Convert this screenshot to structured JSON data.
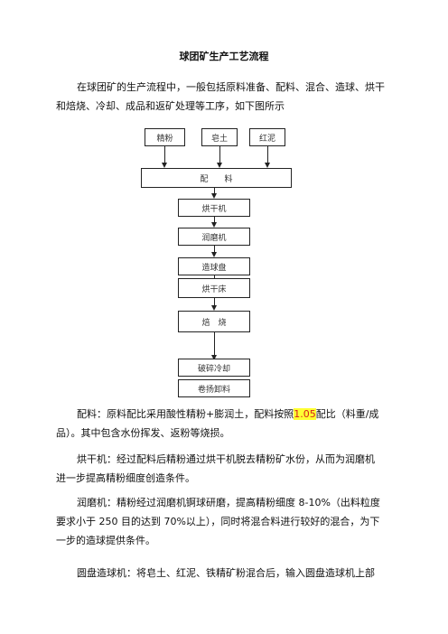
{
  "title": "球团矿生产工艺流程",
  "intro": {
    "line1": "在球团矿的生产流程中，一般包括原料准备、配料、混合、造球、烘干",
    "line2": "和焙烧、冷却、成品和返矿处理等工序，如下图所示"
  },
  "flowchart": {
    "inputs": [
      "精粉",
      "皂土",
      "红泥"
    ],
    "mix": "配　　料",
    "steps": [
      "烘干机",
      "润磨机",
      "造球盘",
      "烘干床",
      "焙　烧",
      "破碎冷却",
      "卷扬卸料"
    ]
  },
  "paragraphs": {
    "p1": {
      "pre": "配料：原料配比采用酸性精粉+膨润土，配料按照",
      "highlight": "1.05",
      "post": "配比（料重/成",
      "line2": "品）。其中包含水份挥发、返粉等烧损。"
    },
    "p2": {
      "line1": "烘干机：经过配料后精粉通过烘干机脱去精粉矿水份，从而为润磨机",
      "line2": "进一步提高精粉细度创造条件。"
    },
    "p3": {
      "line1": "润磨机：精粉经过润磨机锕球研磨，提高精粉细度 8-10%（出料粒度",
      "line2": "要求小于 250 目的达到 70%以上），同时将混合料进行较好的混合，为下",
      "line3": "一步的造球提供条件。"
    },
    "p4": {
      "line1": "圆盘造球机：将皂土、红泥、铁精矿粉混合后，输入圆盘造球机上部"
    }
  }
}
